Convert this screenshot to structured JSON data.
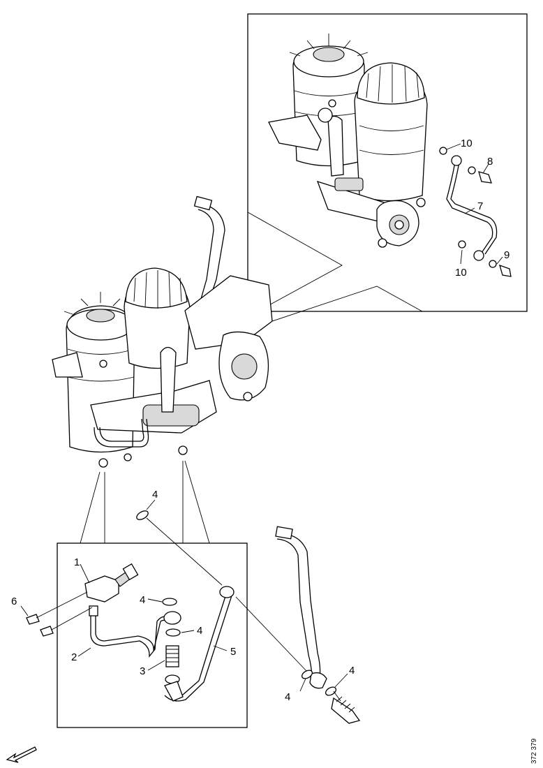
{
  "callouts": {
    "inset_top": [
      "10",
      "8",
      "7",
      "9",
      "10"
    ],
    "inset_bottom": [
      "1",
      "6",
      "4",
      "4",
      "2",
      "3",
      "5"
    ],
    "loose": [
      "4",
      "4",
      "4"
    ]
  },
  "doc_ref": "372 379"
}
